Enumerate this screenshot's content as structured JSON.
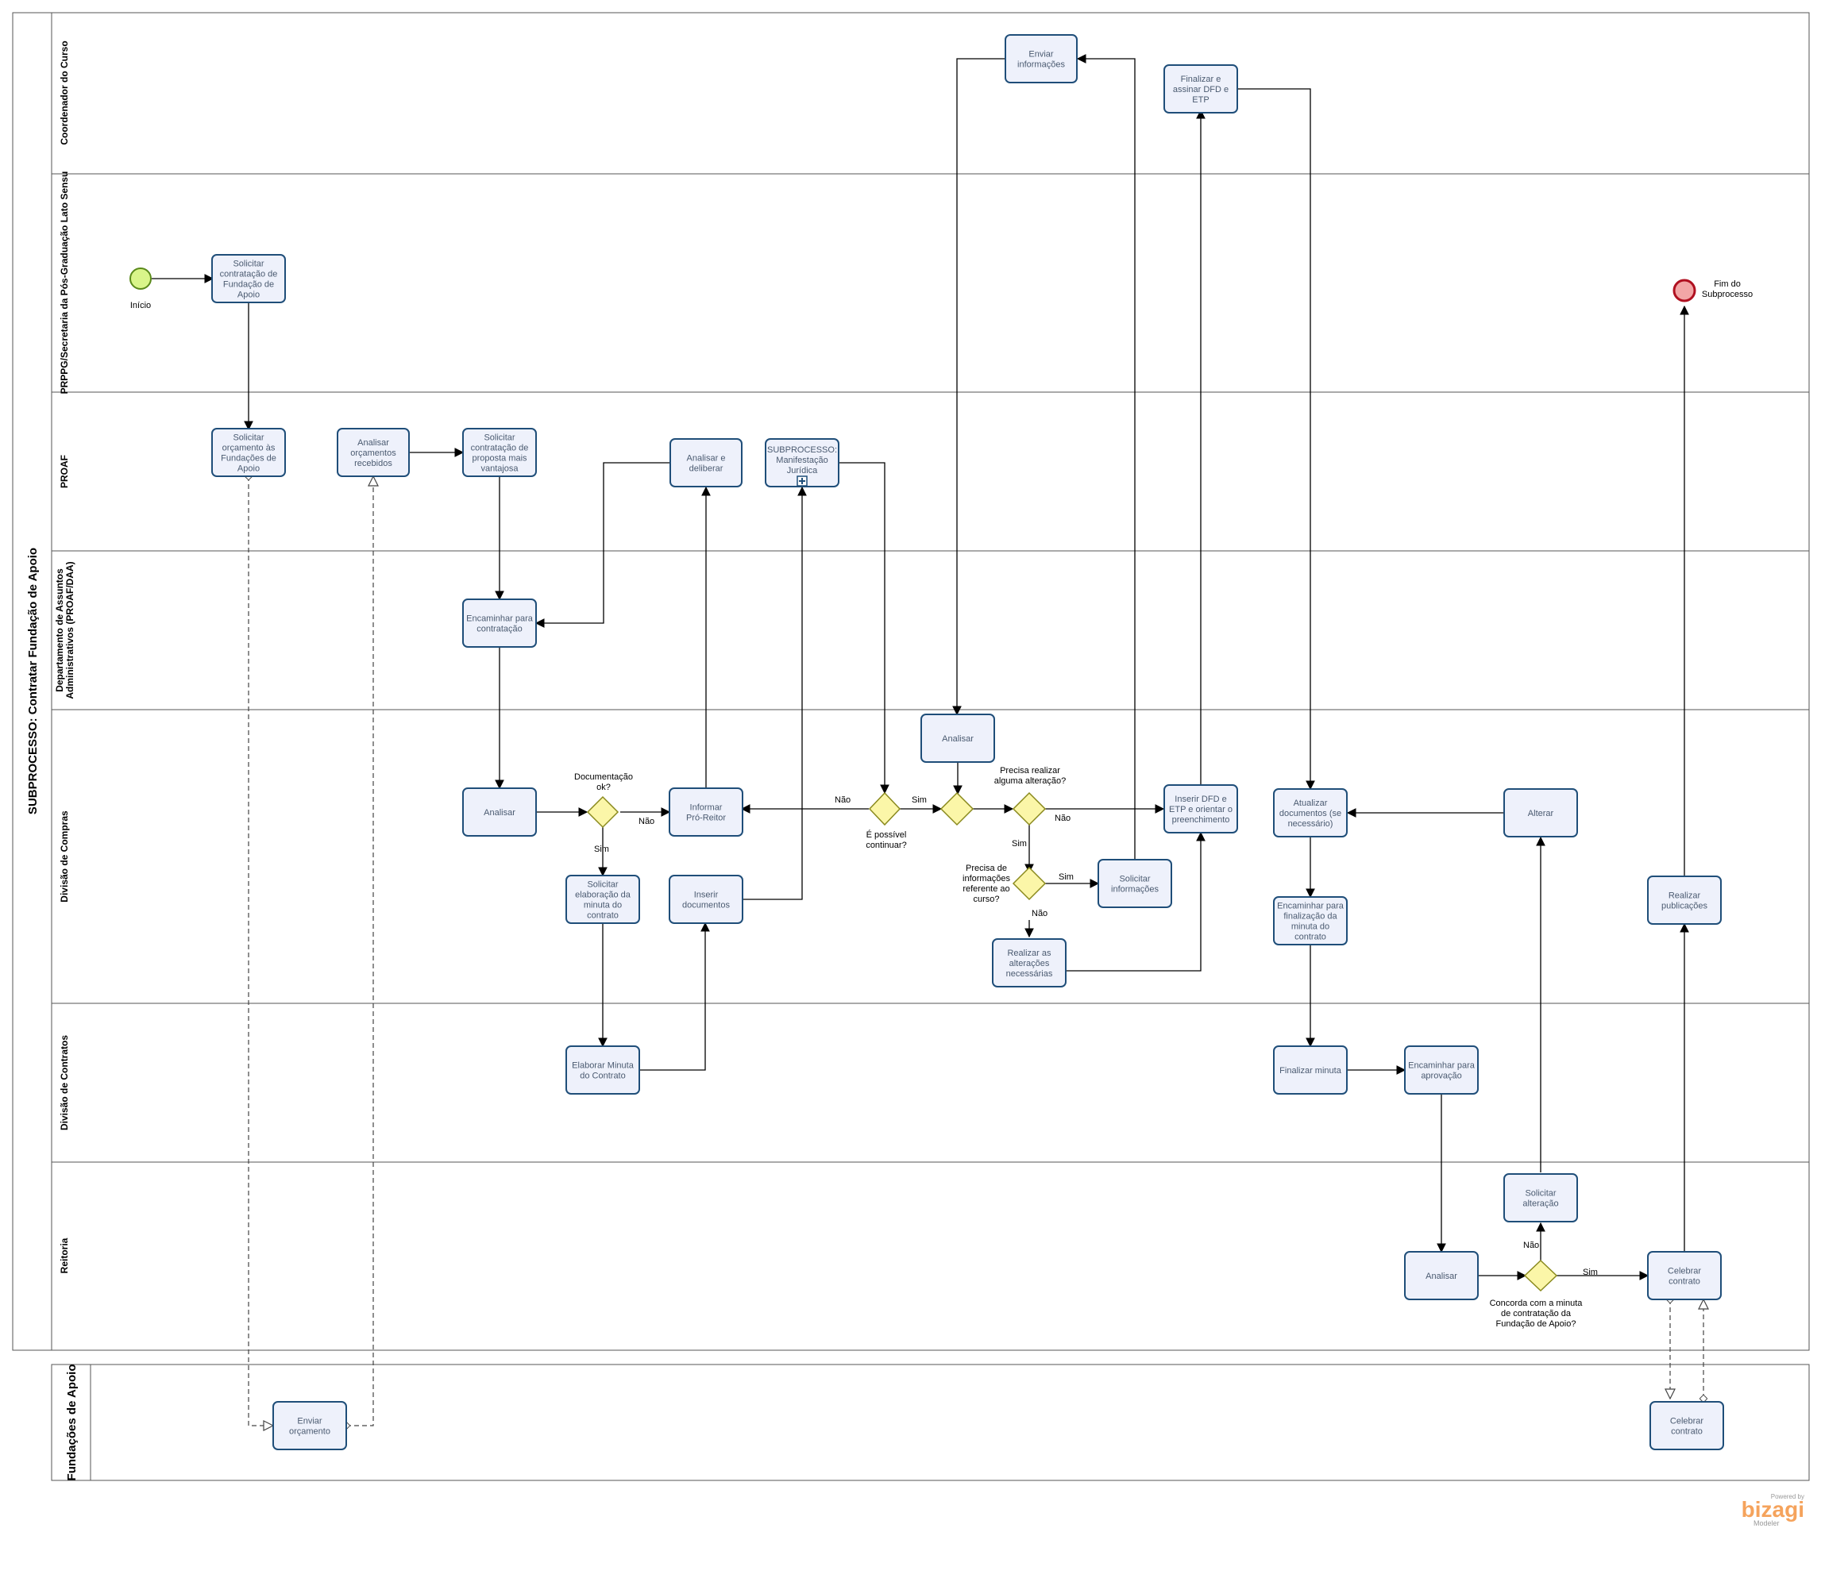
{
  "pool": {
    "title": "SUBPROCESSO:  Contratar Fundação de Apoio"
  },
  "lanes": [
    {
      "id": "coord",
      "label": "Coordenador do Curso"
    },
    {
      "id": "prppg",
      "label": "PRPPG/Secretaria da Pós-Graduação Lato Sensu"
    },
    {
      "id": "proaf",
      "label": "PROAF"
    },
    {
      "id": "daa",
      "label": "Departamento de Assuntos\nAdministrativos (PROAF/DAA)"
    },
    {
      "id": "compras",
      "label": "Divisão de Compras"
    },
    {
      "id": "contratos",
      "label": "Divisão de Contratos"
    },
    {
      "id": "reitoria",
      "label": "Reitoria"
    }
  ],
  "external_pool": {
    "title": "Fundações de Apoio"
  },
  "events": {
    "start": "Início",
    "end": "Fim do\nSubprocesso"
  },
  "tasks": {
    "enviar_informacoes": "Enviar\ninformações",
    "finalizar_assinar": "Finalizar e\nassinar DFD e\nETP",
    "solicitar_contratacao_fa": "Solicitar\ncontratação de\nFundação de\nApoio",
    "solicitar_orcamento": "Solicitar\norçamento às\nFundações de\nApoio",
    "analisar_orcamentos": "Analisar\norçamentos\nrecebidos",
    "solicitar_proposta": "Solicitar\ncontratação de\nproposta mais\nvantajosa",
    "analisar_deliberar": "Analisar e\ndeliberar",
    "subprocesso_juridica": "SUBPROCESSO:\nManifestação\nJurídica",
    "encaminhar_contratacao": "Encaminhar para\ncontratação",
    "analisar_compras": "Analisar",
    "analisar_compras2": "Analisar",
    "informar_pro_reitor": "Informar\nPró-Reitor",
    "solicitar_elaboracao": "Solicitar\nelaboração da\nminuta do\ncontrato",
    "inserir_documentos": "Inserir\ndocumentos",
    "inserir_dfd": "Inserir DFD e\nETP e orientar o\npreenchimento",
    "solicitar_informacoes": "Solicitar\ninformações",
    "realizar_alteracoes": "Realizar as\nalterações\nnecessárias",
    "atualizar_documentos": "Atualizar\ndocumentos (se\nnecessário)",
    "alterar": "Alterar",
    "encaminhar_finalizacao": "Encaminhar para\nfinalização da\nminuta do\ncontrato",
    "realizar_publicacoes": "Realizar\npublicações",
    "elaborar_minuta": "Elaborar Minuta\ndo Contrato",
    "finalizar_minuta": "Finalizar minuta",
    "encaminhar_aprovacao": "Encaminhar para\naprovação",
    "solicitar_alteracao": "Solicitar\nalteração",
    "analisar_reitoria": "Analisar",
    "celebrar_contrato": "Celebrar\ncontrato",
    "enviar_orcamento": "Enviar\norçamento",
    "celebrar_contrato_fa": "Celebrar\ncontrato"
  },
  "gateways": {
    "documentacao_ok": "Documentação\nok?",
    "possivel_continuar": "É possível\ncontinuar?",
    "realizar_alteracao": "Precisa realizar\nalguma alteração?",
    "precisa_informacoes": "Precisa de\ninformações\nreferente ao\ncurso?",
    "concorda_minuta": "Concorda com a minuta\nde contratação da\nFundação de Apoio?"
  },
  "flow_labels": {
    "sim": "Sim",
    "nao": "Não"
  },
  "brand": {
    "powered_by": "Powered by",
    "name": "bizagi",
    "product": "Modeler"
  },
  "colors": {
    "task_fill": "#eef1fb",
    "task_stroke": "#1f4e79",
    "gateway_fill": "#fbf6a8",
    "start_fill": "#d9f58a",
    "end_fill": "#f2a6a6",
    "brand": "#f5a35c"
  }
}
